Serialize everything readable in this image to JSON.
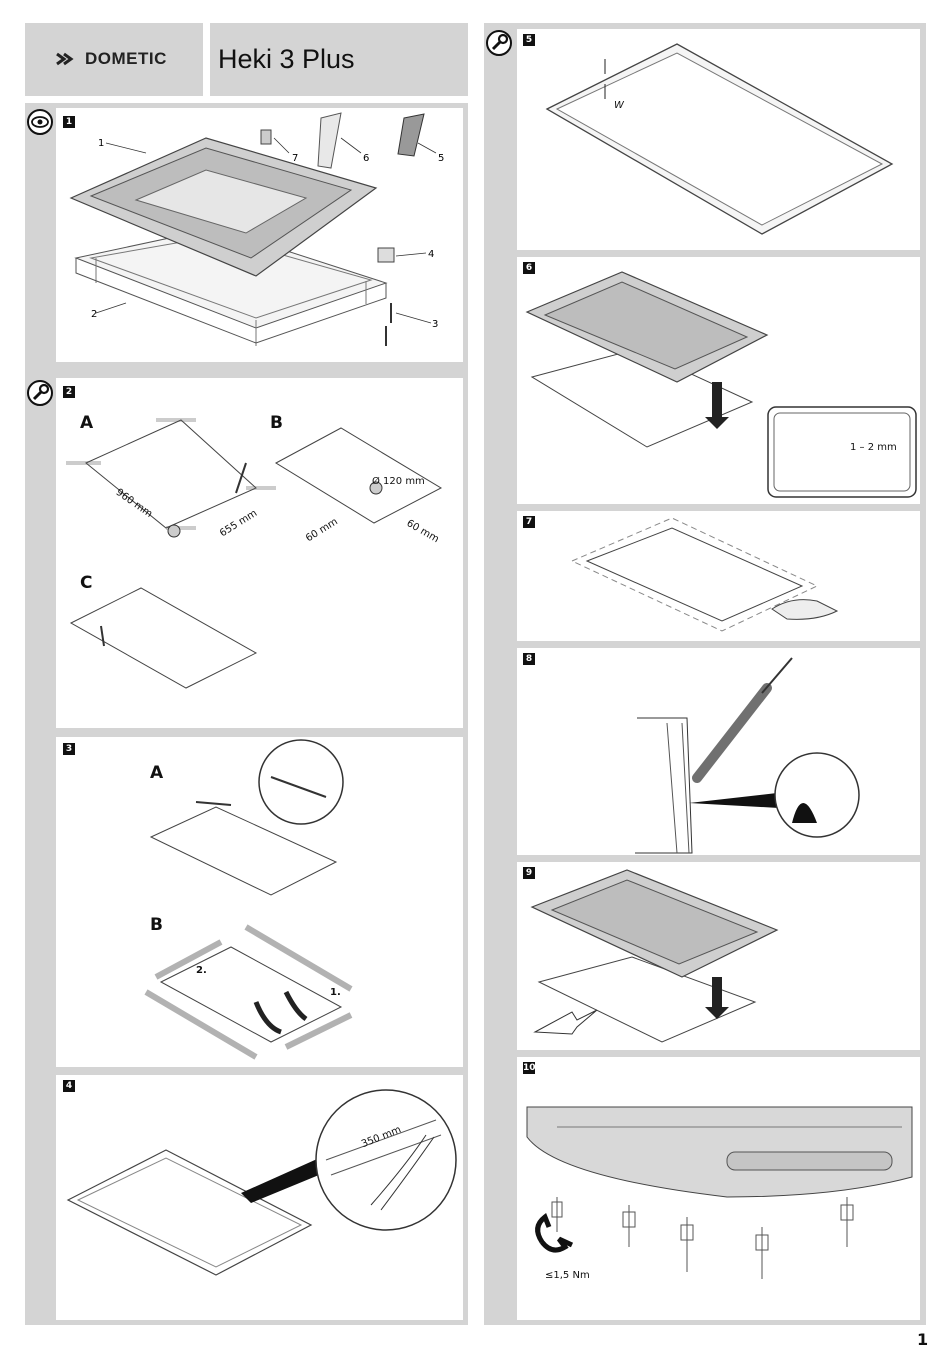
{
  "header": {
    "brand": "DOMETIC",
    "title": "Heki 3 Plus"
  },
  "page_number": "1",
  "icons": {
    "view": "eye-icon",
    "tool": "wrench-icon"
  },
  "steps": [
    {
      "number": "1",
      "parts": [
        "1",
        "2",
        "3",
        "4",
        "5",
        "6",
        "7"
      ]
    },
    {
      "number": "2",
      "sub": [
        "A",
        "B",
        "C"
      ],
      "dims": [
        "960 mm",
        "655 mm",
        "Ø 120 mm",
        "60 mm",
        "60 mm"
      ]
    },
    {
      "number": "3",
      "sub": [
        "A",
        "B"
      ],
      "marks": [
        "1.",
        "2."
      ]
    },
    {
      "number": "4",
      "dims": [
        "350 mm"
      ]
    },
    {
      "number": "5",
      "dims": [
        "W"
      ]
    },
    {
      "number": "6",
      "dims": [
        "1 – 2 mm"
      ]
    },
    {
      "number": "7"
    },
    {
      "number": "8"
    },
    {
      "number": "9"
    },
    {
      "number": "10",
      "dims": [
        "≤1,5 Nm"
      ]
    }
  ]
}
